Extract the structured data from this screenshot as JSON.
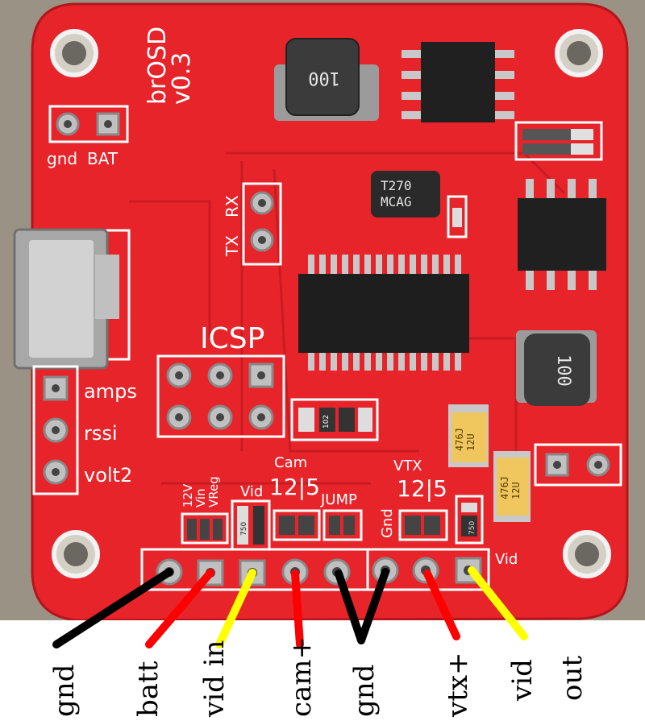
{
  "board": {
    "name": "brOSD",
    "version": "v0.3",
    "silkscreen": {
      "gnd": "gnd",
      "bat": "BAT",
      "tx": "TX",
      "rx": "RX",
      "icsp": "ICSP",
      "amps": "amps",
      "rssi": "rssi",
      "volt2": "volt2",
      "v12": "12V",
      "vin": "Vin",
      "vreg": "VReg",
      "vid_left": "Vid",
      "cam": "Cam",
      "cam_sel": "12|5",
      "jump": "JUMP",
      "gnd_vertical": "Gnd",
      "vtx": "VTX",
      "vtx_sel": "12|5",
      "vid_right": "Vid"
    },
    "chip_markings": {
      "inductor_top": "100",
      "inductor_right": "100",
      "crystal_line1": "T270",
      "crystal_line2": "MCAG",
      "cap_left_line1": "476J",
      "cap_left_line2": "12U",
      "cap_right_line1": "476J",
      "cap_right_line2": "12U",
      "resistor_750": "750",
      "resistor_102": "102"
    }
  },
  "wire_labels": [
    "gnd",
    "batt",
    "vid in",
    "cam+",
    "gnd",
    "vtx+",
    "vid",
    "out"
  ],
  "colors": {
    "pcb": "#e8242b",
    "silk": "#ffffff",
    "wire_black": "#000000",
    "wire_red": "#ff0000",
    "wire_yellow": "#ffff00"
  }
}
